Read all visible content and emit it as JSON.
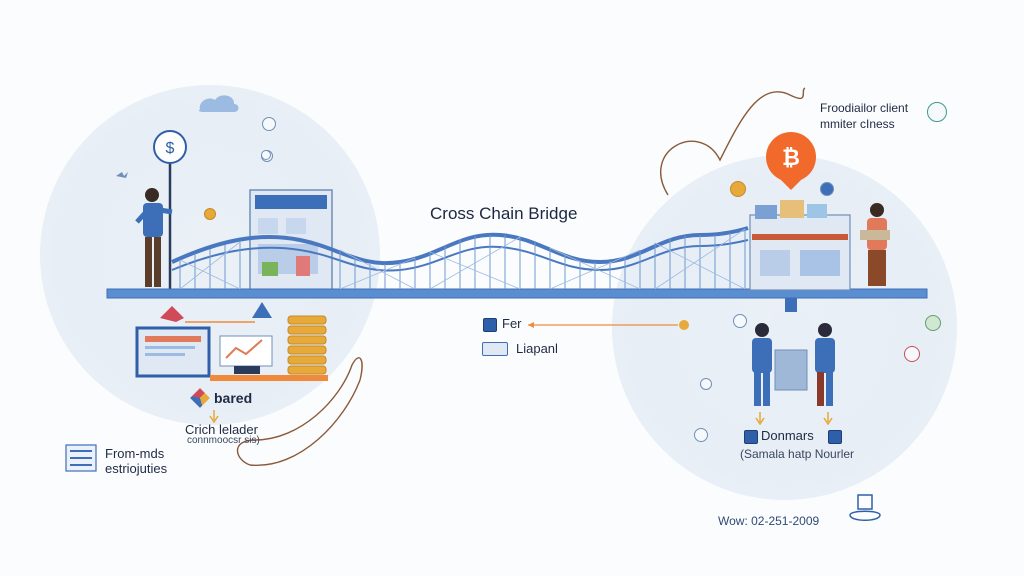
{
  "diagram": {
    "title": "Cross Chain Bridge",
    "top_right_label_line1": "Froodiailor client",
    "top_right_label_line2": "mmiter cIness",
    "mid_label_1": "Fer",
    "mid_label_2": "Liapanl",
    "left_brand_label": "bared",
    "left_sub_line1": "Crich lelader",
    "left_sub_line2": "connmoocsr sis)",
    "bottom_left_line1": "From-mds",
    "bottom_left_line2": "estriojuties",
    "right_label": "Donmars",
    "right_sub": "(Samala hatp Nourler",
    "bottom_right_text": "Wow: 02-251-2009",
    "bitcoin_symbol": "₿"
  },
  "colors": {
    "bridge_blue": "#4a78c0",
    "bridge_deck": "#5b8ed0",
    "accent_orange": "#f08a3a",
    "bitcoin_orange": "#f26a2b",
    "circle_bg": "#e8eef5",
    "gold": "#e6a93a"
  }
}
